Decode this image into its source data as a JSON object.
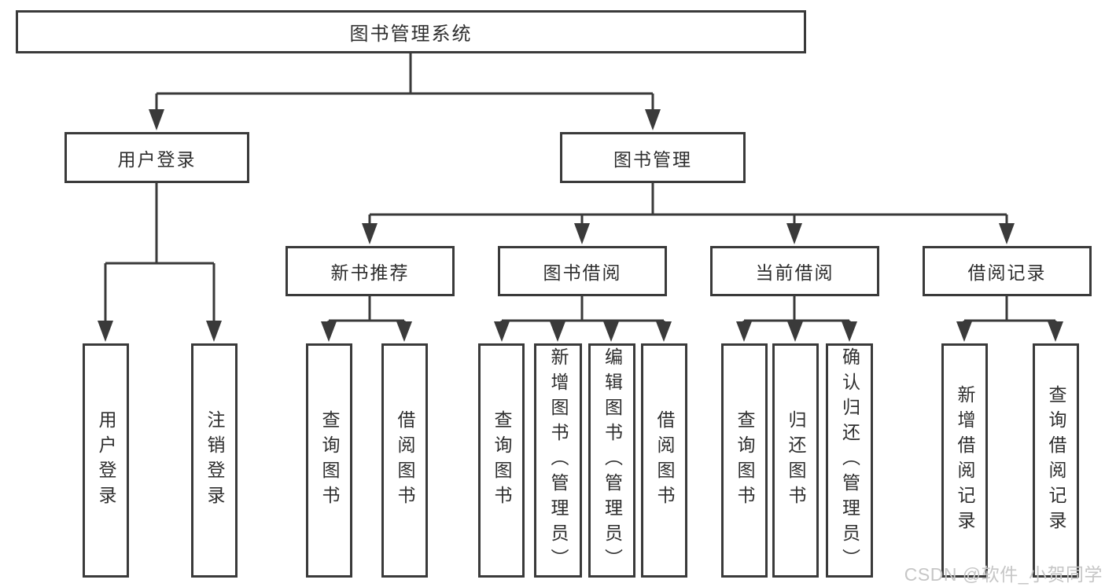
{
  "colors": {
    "line": "#3a3a3a",
    "text": "#2e2e2e",
    "background": "#ffffff",
    "watermark": "#c6c6c6"
  },
  "watermark": {
    "text": "CSDN @软件_小贺同学"
  },
  "tree": {
    "label": "图书管理系统",
    "children": [
      {
        "label": "用户登录",
        "children": [
          {
            "label": "用户登录"
          },
          {
            "label": "注销登录"
          }
        ]
      },
      {
        "label": "图书管理",
        "children": [
          {
            "label": "新书推荐",
            "children": [
              {
                "label": "查询图书"
              },
              {
                "label": "借阅图书"
              }
            ]
          },
          {
            "label": "图书借阅",
            "children": [
              {
                "label": "查询图书"
              },
              {
                "label": "新增图书（管理员）"
              },
              {
                "label": "编辑图书（管理员）"
              },
              {
                "label": "借阅图书"
              }
            ]
          },
          {
            "label": "当前借阅",
            "children": [
              {
                "label": "查询图书"
              },
              {
                "label": "归还图书"
              },
              {
                "label": "确认归还（管理员）"
              }
            ]
          },
          {
            "label": "借阅记录",
            "children": [
              {
                "label": "新增借阅记录"
              },
              {
                "label": "查询借阅记录"
              }
            ]
          }
        ]
      }
    ]
  }
}
